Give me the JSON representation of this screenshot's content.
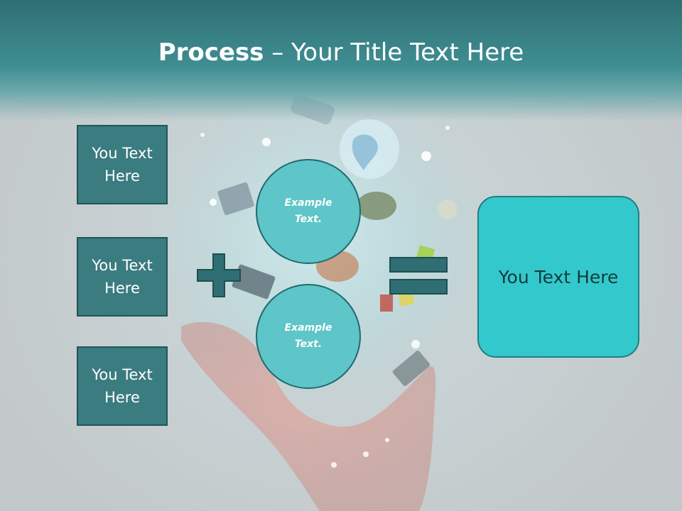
{
  "slide": {
    "title_bold": "Process",
    "title_rest": " – Your Title Text Here"
  },
  "left_boxes": [
    {
      "label": "You Text\nHere"
    },
    {
      "label": "You Text\nHere"
    },
    {
      "label": "You Text\nHere"
    }
  ],
  "circles": [
    {
      "label": "Example\nText."
    },
    {
      "label": "Example\nText."
    }
  ],
  "result": {
    "label": "You Text Here"
  },
  "icons": {
    "plus": "plus-icon",
    "equals": "equals-icon",
    "background": "hand-with-floating-icons-illustration"
  },
  "colors": {
    "header": "#3f8e92",
    "side_box": "#3a7c80",
    "circle": "#5ec5c8",
    "result_box": "#33c9cc",
    "operator": "#2f6f73"
  }
}
